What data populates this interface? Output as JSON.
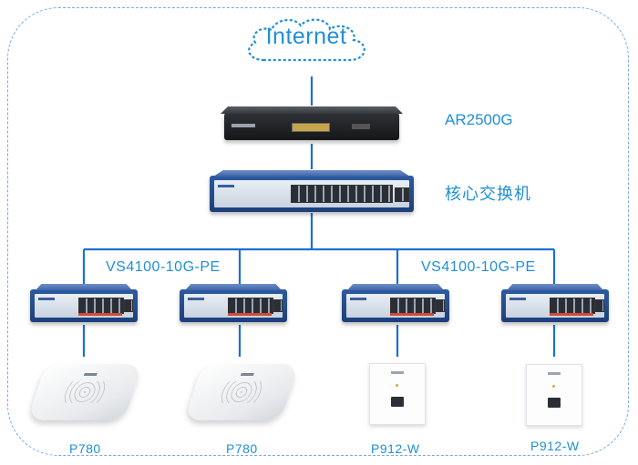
{
  "cloud": {
    "label": "Internet"
  },
  "router": {
    "label": "AR2500G"
  },
  "core_switch": {
    "label": "核心交换机"
  },
  "access_switches": [
    {
      "label": "VS4100-10G-PE"
    },
    {
      "label": "VS4100-10G-PE"
    }
  ],
  "devices": [
    {
      "label": "P780"
    },
    {
      "label": "P780"
    },
    {
      "label": "P912-W"
    },
    {
      "label": "P912-W"
    }
  ],
  "colors": {
    "label_blue": "#1f8fd6",
    "link_blue": "#1a6fd8",
    "frame_dash": "#7aa8e0",
    "switch_blue": "#2d5aa0"
  }
}
